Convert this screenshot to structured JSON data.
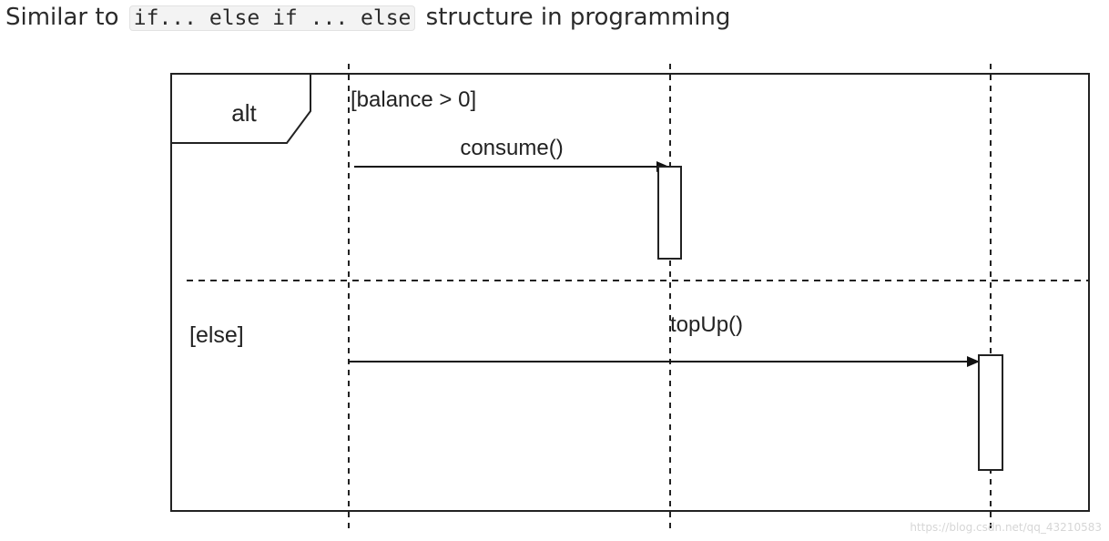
{
  "caption": {
    "before": "Similar to",
    "code": "if... else if ... else",
    "after": "structure in programming"
  },
  "diagram": {
    "fragment_operator": "alt",
    "guard_1": "[balance > 0]",
    "message_1": "consume()",
    "guard_2": "[else]",
    "message_2": "topUp()"
  },
  "watermark": "https://blog.csdn.net/qq_43210583"
}
